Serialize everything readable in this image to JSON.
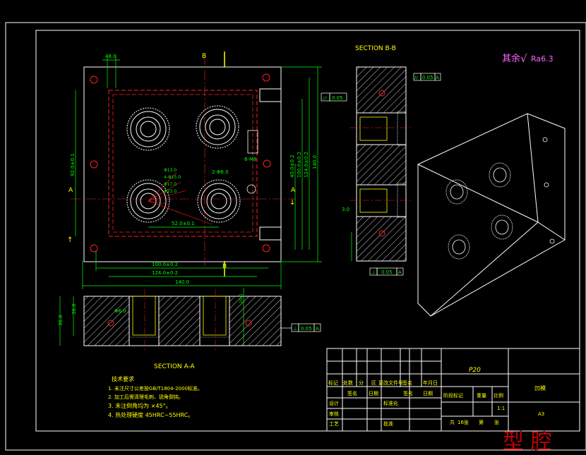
{
  "colors": {
    "background": "#000000",
    "frame": "#ffffff",
    "outline": "#ffffff",
    "dimension": "#00ff00",
    "accent_red": "#ff2020",
    "section_yellow": "#ffff00",
    "cyan": "#00ffff",
    "title_magenta": "#ff66ff",
    "watermark": "#c00000"
  },
  "section_bb_title": "SECTION B-B",
  "section_aa_title": "SECTION A-A",
  "roughness": {
    "prefix": "其余",
    "symbol": "√",
    "value": "Ra6.3"
  },
  "labels": {
    "cut_a_left": "A",
    "cut_a_right": "A",
    "cut_b_top": "B",
    "cut_b_bottom": "B"
  },
  "dims": {
    "top_48": "48.0",
    "left_v": "92.0±0.1",
    "r1": "40.0±0.2",
    "r2": "100.0±0.2",
    "r3": "124.0±0.2",
    "r4": "140.0",
    "bottom_52": "52.0±0.1",
    "bottom_100": "100.0±0.2",
    "bottom_124": "124.0±0.2",
    "bottom_140": "140.0",
    "holes_6m8": "6-M8",
    "holes_2phi": "2-Φ6.0",
    "d1": "Φ13.0",
    "d2": "4-Φ15.0",
    "d3": "Φ17.0",
    "d4": "Φ23.0",
    "side_36": "36.0",
    "side_30": "30.0",
    "small_3": "3.0",
    "aa_phi": "Φ6.0",
    "aa_right": "10.0"
  },
  "tolerances": {
    "parallel_top": {
      "symbol": "//",
      "value": "0.05",
      "datum": "A"
    },
    "flatness": {
      "symbol": "▱",
      "value": "0.05"
    },
    "perp_bottom": {
      "symbol": "⊥",
      "value": "0.05",
      "datum": "A"
    },
    "aa_box": {
      "symbol": "⊥",
      "value": "0.05",
      "datum": "A"
    }
  },
  "tech_req": {
    "title": "技术要求",
    "items": [
      "1. 未注尺寸公差按GB/T1804-2000标准。",
      "2. 加工后需清理毛刺、锐角倒钝。",
      "3. 未注倒角均为 ×45°。",
      "4. 热处理硬度 45HRC~55HRC。"
    ]
  },
  "title_block": {
    "material": "P20",
    "part_name": "凹模",
    "scale": "1:1",
    "sheet_size": "A3",
    "headers_row": [
      "标记",
      "处数",
      "分",
      "区",
      "更改文件号",
      "签名",
      "年月日"
    ],
    "row2": [
      "签名",
      "日期",
      "签名",
      "日期"
    ],
    "col_labels": [
      "阶段标记",
      "重量",
      "比例"
    ],
    "left_labels": [
      "设计",
      "审核",
      "工艺"
    ],
    "mid_labels": [
      "标准化",
      "批准"
    ],
    "sheet_info": [
      "共",
      "16张",
      "第",
      "张"
    ]
  },
  "watermark": "型 腔"
}
